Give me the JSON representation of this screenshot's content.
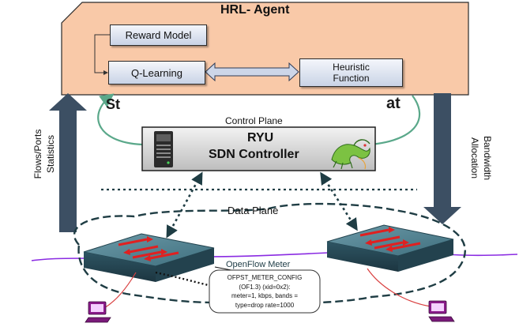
{
  "agent": {
    "title": "HRL- Agent",
    "reward_model": "Reward Model",
    "q_learning": "Q-Learning",
    "heuristic_line1": "Heuristic",
    "heuristic_line2": "Function",
    "state_label": "St",
    "action_label": "at",
    "fill_color": "#f9c9a8"
  },
  "control_plane": {
    "label": "Control Plane",
    "controller_line1": "RYU",
    "controller_line2": "SDN Controller"
  },
  "side_labels": {
    "left_line1": "Flows/Ports",
    "left_line2": "Statistics",
    "right_line1": "Bandwidth",
    "right_line2": "Allocation"
  },
  "data_plane": {
    "label": "Data Plane",
    "meter_label": "OpenFlow Meter",
    "meter_config": [
      "OFPST_METER_CONFIG",
      "(OF1.3) (xid=0x2):",
      "meter=1, kbps, bands =",
      "type=drop rate=1000"
    ]
  },
  "colors": {
    "arrow_teal": "#5aa88a",
    "big_arrow": "#3c4f63",
    "link_purple": "#8a2be2",
    "host_link_red": "#d94040",
    "switch_top": "#3f6f7e",
    "switch_arrows": "#e02020"
  }
}
